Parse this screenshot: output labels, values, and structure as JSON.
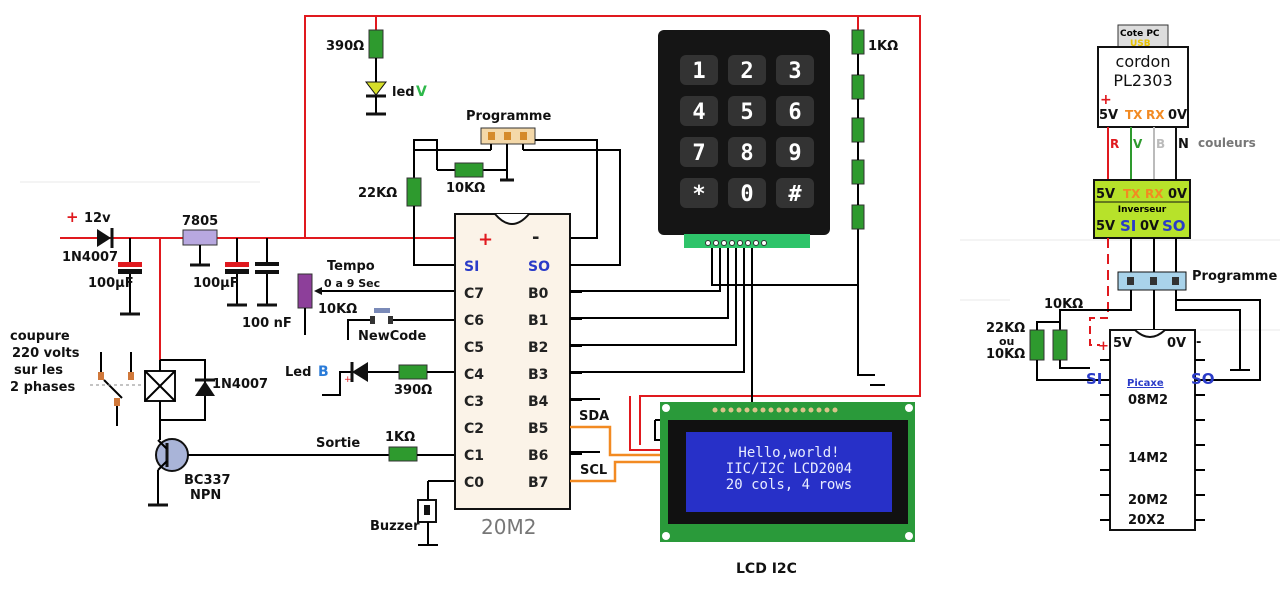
{
  "colors": {
    "red_wire": "#e0191e",
    "green_part": "#2e9a2e",
    "purple_part": "#8d3f9a",
    "lcd_blue": "#2730c8",
    "chip_bg": "#fbf3e8",
    "converter_bg": "#b7e22a",
    "prog_bg": "#a9d3ea"
  },
  "power": {
    "plus": "+",
    "voltage": "12v",
    "diode": "1N4007",
    "cap1": "100µF",
    "regulator": "7805",
    "cap2": "100µF",
    "cap3": "100 nF"
  },
  "relay": {
    "cut_text_1": "coupure",
    "cut_text_2": "220 volts",
    "cut_text_3": "sur les",
    "cut_text_4": "2 phases",
    "diode": "1N4007"
  },
  "transistor": {
    "name": "BC337",
    "type": "NPN"
  },
  "led_v": {
    "res": "390Ω",
    "label": "led",
    "color_letter": "V"
  },
  "led_b": {
    "label": "Led",
    "color_letter": "B",
    "res": "390Ω"
  },
  "tempo": {
    "title": "Tempo",
    "range": "0 a 9 Sec",
    "res": "10KΩ"
  },
  "newcode": {
    "label": "NewCode"
  },
  "prog": {
    "label": "Programme",
    "r22k": "22KΩ",
    "r10k": "10KΩ"
  },
  "output": {
    "label": "Sortie",
    "res": "1KΩ"
  },
  "buzzer": {
    "label": "Buzzer"
  },
  "chip": {
    "name": "20M2",
    "plus": "+",
    "minus": "-",
    "left_pins": [
      "SI",
      "C7",
      "C6",
      "C5",
      "C4",
      "C3",
      "C2",
      "C1",
      "C0"
    ],
    "right_pins": [
      "SO",
      "B0",
      "B1",
      "B2",
      "B3",
      "B4",
      "B5",
      "B6",
      "B7"
    ]
  },
  "keypad": {
    "keys": [
      "1",
      "2",
      "3",
      "4",
      "5",
      "6",
      "7",
      "8",
      "9",
      "*",
      "0",
      "#"
    ],
    "res": "1KΩ"
  },
  "i2c": {
    "sda": "SDA",
    "scl": "SCL"
  },
  "lcd": {
    "line1": "Hello,world!",
    "line2": "IIC/I2C LCD2004",
    "line3": "20 cols, 4 rows",
    "caption": "LCD I2C"
  },
  "right": {
    "cote_pc": "Cote PC",
    "usb": "USB",
    "cable1": "cordon",
    "cable2": "PL2303",
    "plus": "+",
    "pins": [
      "5V",
      "TX",
      "RX",
      "0V"
    ],
    "wire_colors": [
      "R",
      "V",
      "B",
      "N"
    ],
    "couleurs": "couleurs",
    "inverter_top": [
      "5V",
      "TX",
      "RX",
      "0V"
    ],
    "inverter_name": "Inverseur",
    "inverter_bottom": [
      "5V",
      "SI",
      "0V",
      "SO"
    ],
    "programme": "Programme",
    "r10k": "10KΩ",
    "r22k": "22KΩ",
    "ou": "ou",
    "r10k_b": "10KΩ",
    "plus2": "+",
    "v5": "5V",
    "v0": "0V",
    "minus": "-",
    "si": "SI",
    "so": "SO",
    "picaxe": "Picaxe",
    "chips": [
      "08M2",
      "14M2",
      "20M2",
      "20X2"
    ]
  }
}
